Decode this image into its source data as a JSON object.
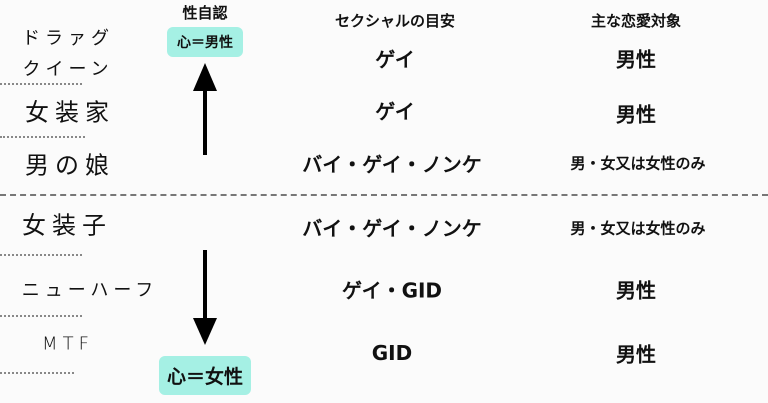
{
  "headers": {
    "identity": "性自認",
    "orientation": "セクシャルの目安",
    "romance": "主な恋愛対象"
  },
  "top_box": "心＝男性",
  "bottom_box": "心＝女性",
  "rows": [
    {
      "label_line1": "ドラァグ",
      "label_line2": "クイーン",
      "orientation": "ゲイ",
      "romance": "男性"
    },
    {
      "label": "女装家",
      "orientation": "ゲイ",
      "romance": "男性"
    },
    {
      "label": "男の娘",
      "orientation": "バイ・ゲイ・ノンケ",
      "romance": "男・女又は女性のみ"
    },
    {
      "label": "女装子",
      "orientation": "バイ・ゲイ・ノンケ",
      "romance": "男・女又は女性のみ"
    },
    {
      "label": "ニューハーフ",
      "orientation": "ゲイ・GID",
      "romance": "男性"
    },
    {
      "label": "MTF",
      "orientation": "GID",
      "romance": "男性"
    }
  ],
  "colors": {
    "box": "#a5f0e4"
  }
}
